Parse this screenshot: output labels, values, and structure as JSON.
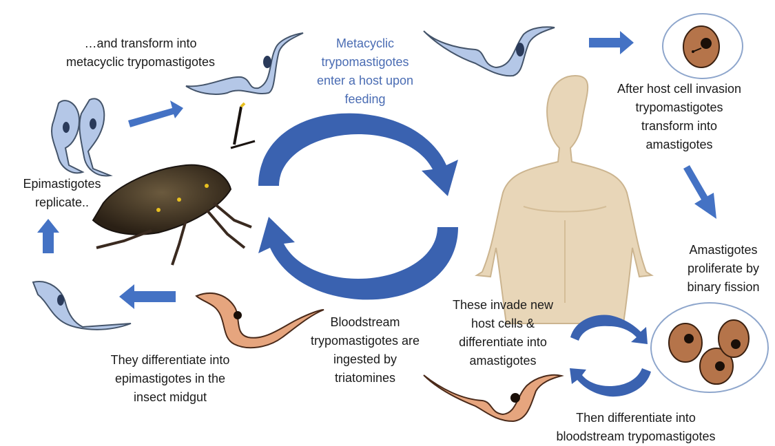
{
  "labels": {
    "transform_metacyclic": "…and transform into\nmetacyclic trypomastigotes",
    "metacyclic_enter": "Metacyclic\ntrypomastigotes\nenter a host upon\nfeeding",
    "host_invasion": "After host cell invasion\ntrypomastigotes\ntransform into\namastigotes",
    "epimastigotes_replicate": "Epimastigotes\nreplicate..",
    "amastigotes_proliferate": "Amastigotes\nproliferate by\nbinary fission",
    "invade_new_cells": "These invade new\nhost cells &\ndifferentiate into\namastigotes",
    "bloodstream_ingested": "Bloodstream\ntrypomastigotes are\ningested by\ntriatomines",
    "differentiate_epimastigotes": "They differentiate into\nepimastigotes in the\ninsect midgut",
    "differentiate_bloodstream": "Then differentiate into\nbloodstream trypomastigotes"
  },
  "colors": {
    "arrow_blue": "#4472c4",
    "cycle_blue": "#3a62b0",
    "parasite_blue": "#b4c7e7",
    "parasite_dark": "#44546a",
    "parasite_orange": "#e6a57e",
    "parasite_brown": "#4a2a1a",
    "cell_fill": "#b5744a",
    "skin": "#e8d6b8",
    "bug_body": "#4a3a2a",
    "metacyclic_text": "#4a6cb3"
  },
  "icons": [
    "triatomine-bug-icon",
    "human-body-icon",
    "trypomastigote-icon",
    "epimastigote-icon",
    "amastigote-cell-icon"
  ]
}
